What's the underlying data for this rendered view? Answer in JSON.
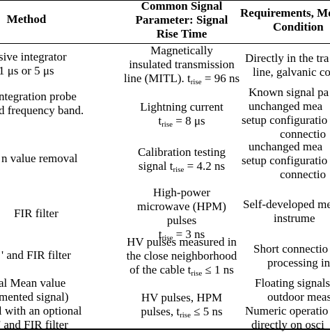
{
  "header": {
    "method": "Method",
    "param_l1": "Common Signal",
    "param_l2": "Parameter: Signal",
    "param_l3": "Rise Time",
    "req_l1": "Requirements, Me",
    "req_l2": "Condition"
  },
  "rows": [
    {
      "method": [
        "sive integrator",
        "1 μs or 5 μs"
      ],
      "param": [
        "Magnetically",
        "insulated transmission"
      ],
      "param_t_pre": "line (MITL). t",
      "param_t_sub": "rise",
      "param_t_post": " = 96 ns",
      "req": [
        "Directly in the tra",
        "line, galvanic co"
      ]
    },
    {
      "method": [
        "ntegration probe",
        "d frequency band."
      ],
      "param": [
        "Lightning current"
      ],
      "param_t_pre": "t",
      "param_t_sub": "rise",
      "param_t_post": " = 8 μs",
      "req": [
        "Known signal pa",
        "unchanged mea",
        "setup configuratio",
        "connectio"
      ]
    },
    {
      "method": [
        "n value removal"
      ],
      "param": [
        "Calibration testing"
      ],
      "param_t_pre": "signal t",
      "param_t_sub": "rise",
      "param_t_post": " = 4.2 ns",
      "req": [
        "unchanged mea",
        "setup configuratio",
        "connectio"
      ]
    },
    {
      "method": [
        "FIR filter"
      ],
      "param": [
        "High-power",
        "microwave (HPM)",
        "pulses"
      ],
      "param_t_pre": "t",
      "param_t_sub": "rise",
      "param_t_post": " = 3 ns",
      "req": [
        "Self-developed me",
        "instrume"
      ]
    },
    {
      "method": [
        "' and FIR filter"
      ],
      "param": [
        "HV pulses measured in",
        "the close neighborhood"
      ],
      "param_t_pre": "of the cable t",
      "param_t_sub": "rise",
      "param_t_post": " ≤ 1 ns",
      "req": [
        "Short connectio",
        "processing in"
      ]
    },
    {
      "method": [
        "al Mean value",
        "mented signal)",
        "l with an optional",
        "' and FIR filter"
      ],
      "param": [
        "HV pulses, HPM"
      ],
      "param_t_pre": "pulses, t",
      "param_t_sub": "rise",
      "param_t_post": " ≤ 5 ns",
      "req": [
        "Floating signals",
        "outdoor measu",
        "Numeric operatio",
        "directly on osci"
      ]
    }
  ]
}
